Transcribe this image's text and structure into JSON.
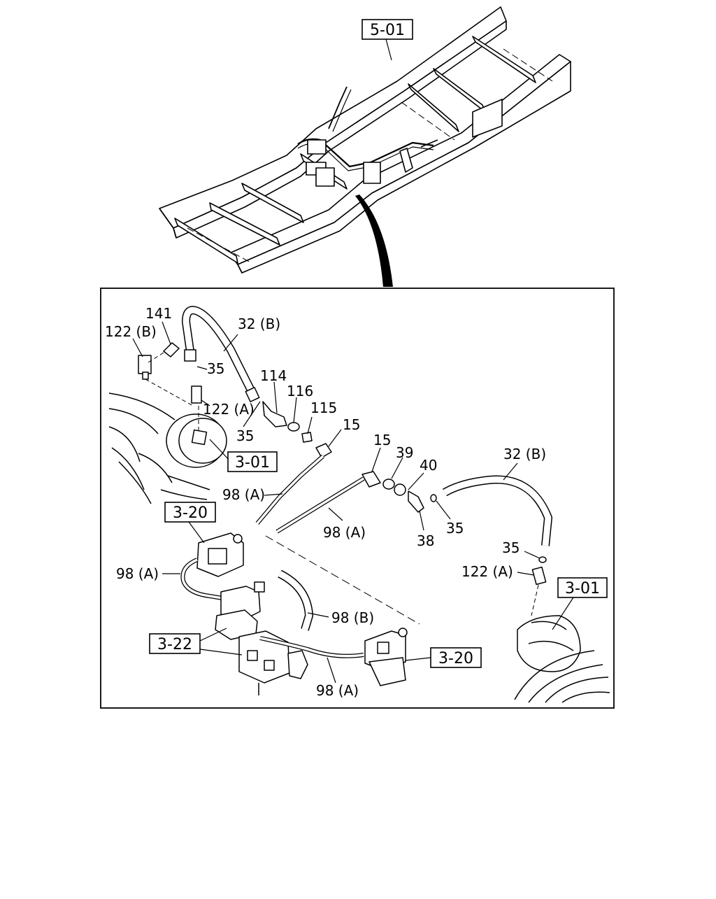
{
  "refs": {
    "frame": "5-01",
    "axle_left": "3-01",
    "axle_right": "3-01",
    "valve_left": "3-20",
    "valve_right": "3-20",
    "valve_center": "3-22"
  },
  "parts": {
    "p141": "141",
    "p122b": "122 (B)",
    "p32b_top": "32 (B)",
    "p35_a": "35",
    "p114": "114",
    "p116": "116",
    "p115": "115",
    "p15_a": "15",
    "p15_b": "15",
    "p122a_left": "122 (A)",
    "p35_b": "35",
    "p39": "39",
    "p40": "40",
    "p32b_right": "32 (B)",
    "p98a_1": "98 (A)",
    "p98a_2": "98 (A)",
    "p38": "38",
    "p35_c": "35",
    "p35_d": "35",
    "p122a_right": "122 (A)",
    "p98a_3": "98 (A)",
    "p98b": "98 (B)",
    "p98a_4": "98 (A)"
  }
}
